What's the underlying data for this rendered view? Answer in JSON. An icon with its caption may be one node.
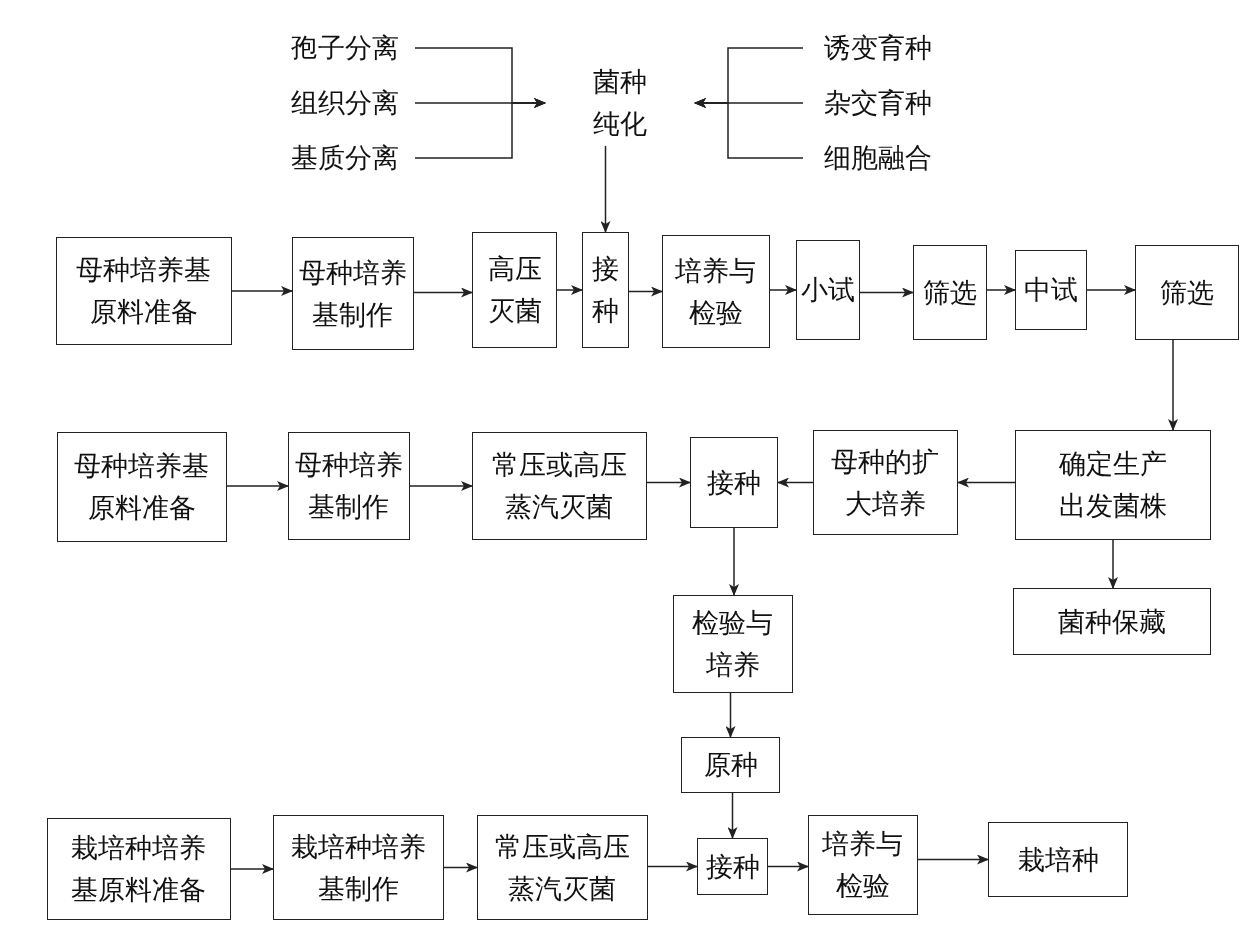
{
  "diagram": {
    "nodes": [
      {
        "text": [
          "孢子分离"
        ]
      },
      {
        "text": [
          "组织分离"
        ]
      },
      {
        "text": [
          "基质分离"
        ]
      },
      {
        "text": [
          "菌种纯化"
        ]
      },
      {
        "text": [
          "诱变育种"
        ]
      },
      {
        "text": [
          "杂交育种"
        ]
      },
      {
        "text": [
          "细胞融合"
        ]
      },
      {
        "text": [
          "母种培养基原料准备"
        ]
      },
      {
        "text": [
          "母种培养基制作"
        ]
      },
      {
        "text": [
          "高压灭菌"
        ]
      },
      {
        "text": [
          "接种"
        ]
      },
      {
        "text": [
          "培养与检验"
        ]
      },
      {
        "text": [
          "小试"
        ]
      },
      {
        "text": [
          "筛选"
        ]
      },
      {
        "text": [
          "中试"
        ]
      },
      {
        "text": [
          "筛选"
        ]
      },
      {
        "text": [
          "母种培养基原料准备"
        ]
      },
      {
        "text": [
          "母种培养基制作"
        ]
      },
      {
        "text": [
          "常压或高压蒸汽灭菌"
        ]
      },
      {
        "text": [
          "接种"
        ]
      },
      {
        "text": [
          "母种的扩大培养"
        ]
      },
      {
        "text": [
          "确定生产出发菌株"
        ]
      },
      {
        "text": [
          "菌种保藏"
        ]
      },
      {
        "text": [
          "检验与培养"
        ]
      },
      {
        "text": [
          "原种"
        ]
      },
      {
        "text": [
          "栽培种培养基原料准备"
        ]
      },
      {
        "text": [
          "栽培种培养基制作"
        ]
      },
      {
        "text": [
          "常压或高压蒸汽灭菌"
        ]
      },
      {
        "text": [
          "接种"
        ]
      },
      {
        "text": [
          "培养与检验"
        ]
      },
      {
        "text": [
          "栽培种"
        ]
      }
    ],
    "edges": [
      {
        "from": 0,
        "to": 3,
        "arrow": "to"
      },
      {
        "from": 1,
        "to": 3,
        "arrow": "to"
      },
      {
        "from": 2,
        "to": 3,
        "arrow": "to"
      },
      {
        "from": 4,
        "to": 3,
        "arrow": "to"
      },
      {
        "from": 5,
        "to": 3,
        "arrow": "to"
      },
      {
        "from": 6,
        "to": 3,
        "arrow": "to"
      },
      {
        "from": 3,
        "to": 10,
        "arrow": "to"
      },
      {
        "from": 7,
        "to": 8,
        "arrow": "to"
      },
      {
        "from": 8,
        "to": 9,
        "arrow": "to"
      },
      {
        "from": 9,
        "to": 10,
        "arrow": "to"
      },
      {
        "from": 10,
        "to": 11,
        "arrow": "to"
      },
      {
        "from": 11,
        "to": 12,
        "arrow": "to"
      },
      {
        "from": 12,
        "to": 13,
        "arrow": "to"
      },
      {
        "from": 13,
        "to": 14,
        "arrow": "to"
      },
      {
        "from": 14,
        "to": 15,
        "arrow": "to"
      },
      {
        "from": 15,
        "to": 21,
        "arrow": "to"
      },
      {
        "from": 21,
        "to": 20,
        "arrow": "to"
      },
      {
        "from": 20,
        "to": 19,
        "arrow": "to"
      },
      {
        "from": 16,
        "to": 17,
        "arrow": "to"
      },
      {
        "from": 17,
        "to": 18,
        "arrow": "to"
      },
      {
        "from": 18,
        "to": 19,
        "arrow": "to"
      },
      {
        "from": 21,
        "to": 22,
        "arrow": "to"
      },
      {
        "from": 19,
        "to": 23,
        "arrow": "to"
      },
      {
        "from": 23,
        "to": 24,
        "arrow": "to"
      },
      {
        "from": 24,
        "to": 28,
        "arrow": "to"
      },
      {
        "from": 25,
        "to": 26,
        "arrow": "to"
      },
      {
        "from": 26,
        "to": 27,
        "arrow": "to"
      },
      {
        "from": 27,
        "to": 28,
        "arrow": "to"
      },
      {
        "from": 28,
        "to": 29,
        "arrow": "to"
      },
      {
        "from": 29,
        "to": 30,
        "arrow": "to"
      }
    ]
  }
}
